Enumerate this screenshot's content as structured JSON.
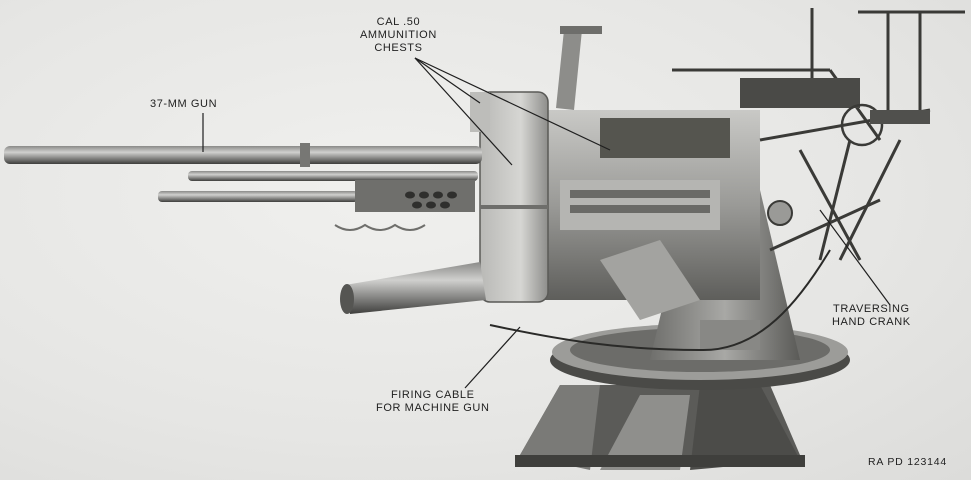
{
  "callouts": {
    "gun": "37-MM GUN",
    "ammo_line1": "CAL .50",
    "ammo_line2": "AMMUNITION",
    "ammo_line3": "CHESTS",
    "crank_line1": "TRAVERSING",
    "crank_line2": "HAND CRANK",
    "cable_line1": "FIRING CABLE",
    "cable_line2": "FOR MACHINE GUN"
  },
  "reference_number": "RA PD 123144"
}
